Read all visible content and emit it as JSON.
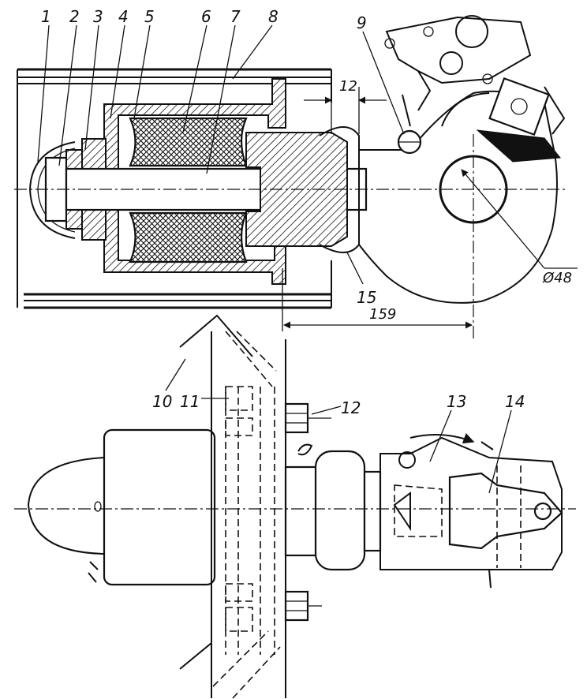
{
  "figure": {
    "part_labels": [
      "1",
      "2",
      "3",
      "4",
      "5",
      "6",
      "7",
      "8",
      "9",
      "10",
      "11",
      "12",
      "13",
      "14",
      "15"
    ],
    "dimensions": {
      "gap": "12",
      "length": "159",
      "diameter": "Ø48"
    }
  }
}
